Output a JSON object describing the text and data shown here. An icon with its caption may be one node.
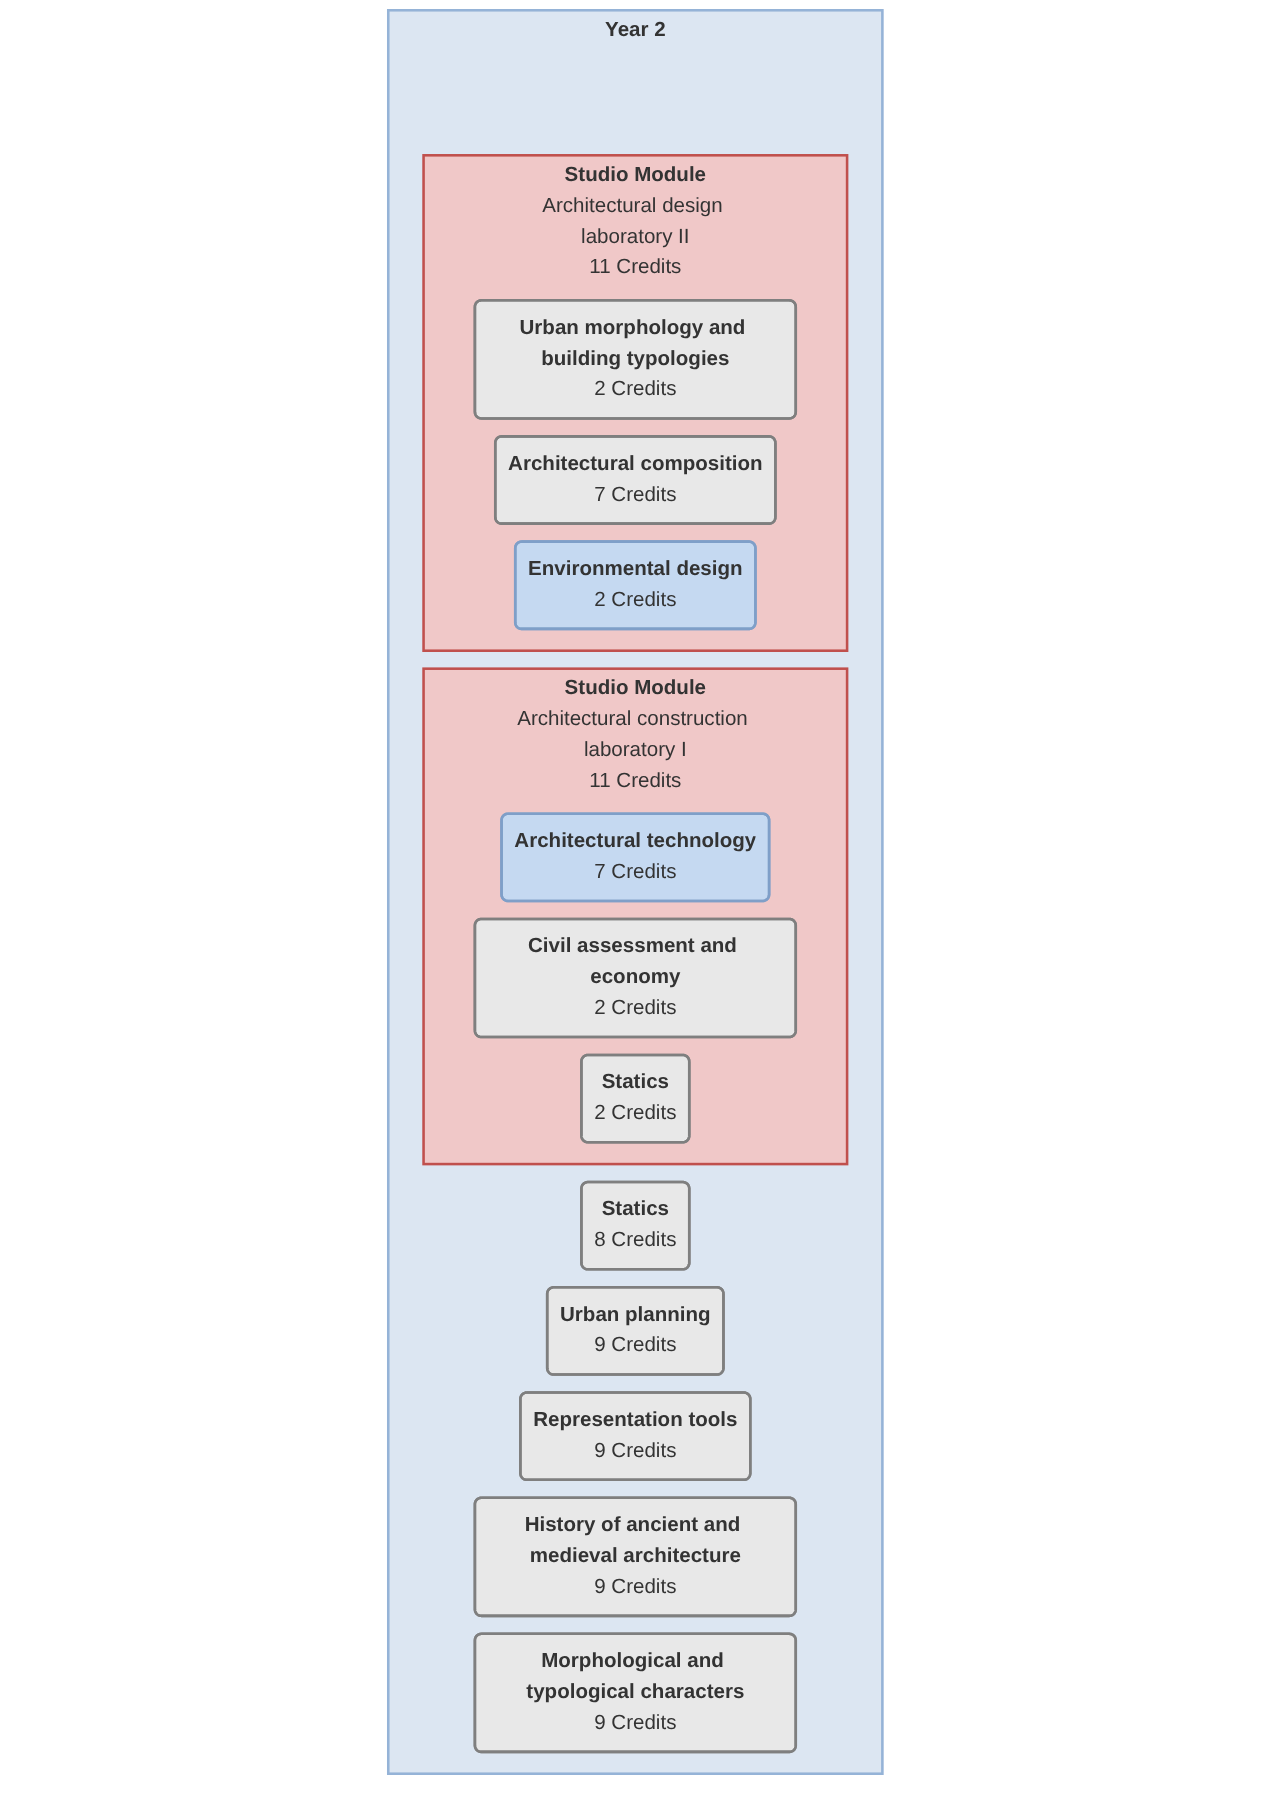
{
  "diagram": {
    "nodes": [
      {
        "text": [
          "Year 2"
        ]
      },
      {
        "text": [
          "Statics",
          "8 Credits"
        ],
        "in": 0
      },
      {
        "text": [
          "Urban planning",
          "9 Credits"
        ],
        "in": 0
      },
      {
        "text": [
          "Representation tools",
          "9 Credits"
        ],
        "in": 0
      },
      {
        "text": [
          "History of ancient and medieval architecture",
          "9 Credits"
        ],
        "in": 0
      },
      {
        "text": [
          "Morphological and typological characters",
          "9 Credits"
        ],
        "in": 0
      },
      {
        "text": [
          "Studio Module",
          "Architectural construction laboratory I",
          "11 Credits"
        ],
        "in": 0
      },
      {
        "text": [
          "Architectural technology",
          "7 Credits"
        ],
        "in": 6
      },
      {
        "text": [
          "Civil assessment and economy",
          "2 Credits"
        ],
        "in": 6
      },
      {
        "text": [
          "Statics",
          "2 Credits"
        ],
        "in": 6
      },
      {
        "text": [
          "Studio Module",
          "Architectural design laboratory II",
          "11 Credits"
        ],
        "in": 0
      },
      {
        "text": [
          "Urban morphology and building typologies",
          "2 Credits"
        ],
        "in": 10
      },
      {
        "text": [
          "Architectural composition",
          "7 Credits"
        ],
        "in": 10
      },
      {
        "text": [
          "Environmental design",
          "2 Credits"
        ],
        "in": 10
      }
    ],
    "edges": []
  }
}
